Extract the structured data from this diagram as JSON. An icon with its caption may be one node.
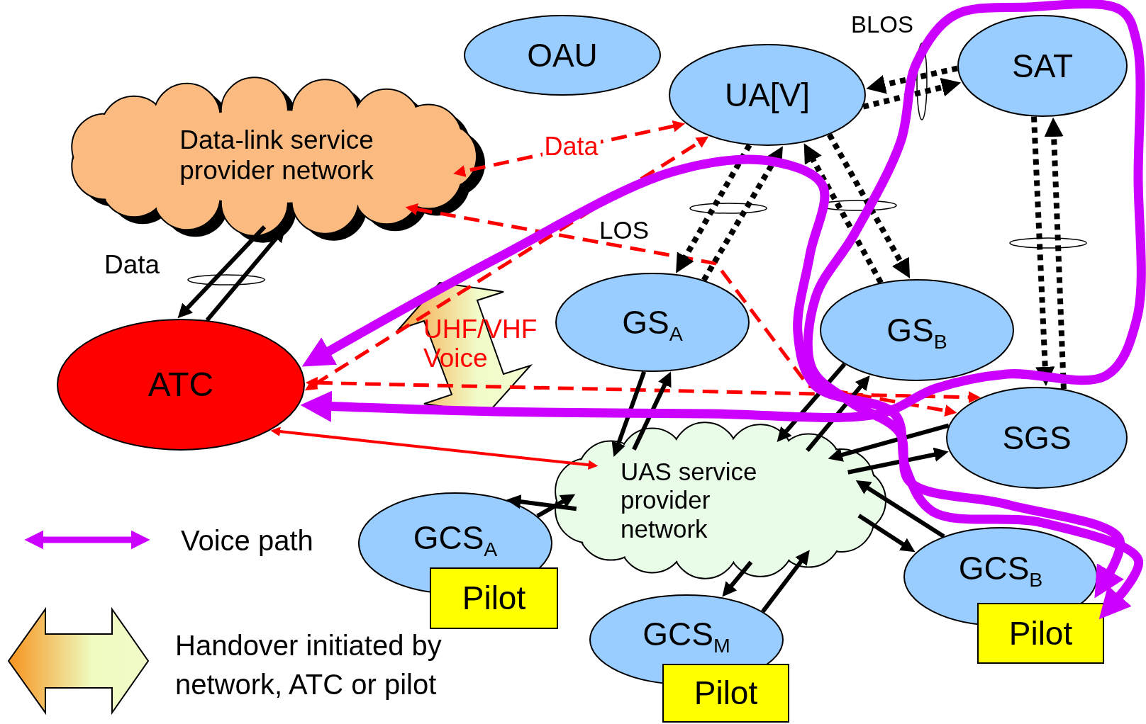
{
  "diagram": {
    "nodes": [
      {
        "text": [
          "OAU"
        ]
      },
      {
        "text": [
          "UA[V]"
        ]
      },
      {
        "text": [
          "SAT"
        ]
      },
      {
        "text": [
          "Data-link service provider network"
        ]
      },
      {
        "text": [
          "ATC"
        ]
      },
      {
        "text": [
          "GS$_{A}$"
        ]
      },
      {
        "text": [
          "GS$_{B}$"
        ]
      },
      {
        "text": [
          "SGS"
        ]
      },
      {
        "text": [
          "UAS service provider network"
        ]
      },
      {
        "text": [
          "GCS$_{A}$"
        ]
      },
      {
        "text": [
          "Pilot"
        ]
      },
      {
        "text": [
          "GCS$_{M}$"
        ]
      },
      {
        "text": [
          "Pilot"
        ]
      },
      {
        "text": [
          "GCS$_{B}$"
        ]
      },
      {
        "text": [
          "Pilot"
        ]
      },
      {
        "text": [],
        "shape": "ellipse"
      },
      {
        "text": [],
        "shape": "ellipse"
      },
      {
        "text": [],
        "shape": "ellipse"
      },
      {
        "text": [],
        "shape": "ellipse"
      },
      {
        "text": [],
        "shape": "ellipse"
      }
    ],
    "edges": [
      {
        "from": 1,
        "to": 3,
        "arrow": "both",
        "label": "Data",
        "style": "dashed",
        "color": "#ff0000"
      },
      {
        "from": 4,
        "to": 1,
        "arrow": "both",
        "style": "dashed",
        "color": "#ff0000"
      },
      {
        "from": 3,
        "to": 7,
        "arrow": "both",
        "style": "dashed",
        "color": "#ff0000"
      },
      {
        "from": 4,
        "to": 7,
        "arrow": "both",
        "style": "dashed",
        "color": "#ff0000"
      },
      {
        "from": 4,
        "to": 8,
        "arrow": "both",
        "color": "#ff0000"
      },
      {
        "from": 3,
        "to": 4,
        "arrow": "to"
      },
      {
        "from": 4,
        "to": 3,
        "arrow": "to"
      },
      {
        "from": 5,
        "to": 8,
        "arrow": "to"
      },
      {
        "from": 8,
        "to": 5,
        "arrow": "to"
      },
      {
        "from": 6,
        "to": 8,
        "arrow": "to"
      },
      {
        "from": 8,
        "to": 6,
        "arrow": "to"
      },
      {
        "from": 7,
        "to": 8,
        "arrow": "to"
      },
      {
        "from": 8,
        "to": 7,
        "arrow": "to"
      },
      {
        "from": 8,
        "to": 13,
        "arrow": "to"
      },
      {
        "from": 13,
        "to": 8,
        "arrow": "to"
      },
      {
        "from": 8,
        "to": 9,
        "arrow": "to"
      },
      {
        "from": 9,
        "to": 8,
        "arrow": "to"
      },
      {
        "from": 8,
        "to": 11,
        "arrow": "to"
      },
      {
        "from": 11,
        "to": 8,
        "arrow": "to"
      },
      {
        "from": 1,
        "to": 5,
        "arrow": "to",
        "style": "dashed"
      },
      {
        "from": 5,
        "to": 1,
        "arrow": "to",
        "style": "dashed"
      },
      {
        "from": 1,
        "to": 6,
        "arrow": "to",
        "style": "dashed"
      },
      {
        "from": 6,
        "to": 1,
        "arrow": "to",
        "style": "dashed"
      },
      {
        "from": 1,
        "to": 2,
        "arrow": "to",
        "style": "dashed"
      },
      {
        "from": 2,
        "to": 1,
        "arrow": "to",
        "style": "dashed"
      },
      {
        "from": 2,
        "to": 7,
        "arrow": "to",
        "style": "dashed"
      },
      {
        "from": 7,
        "to": 2,
        "arrow": "to",
        "style": "dashed"
      },
      {
        "from": 4,
        "to": 14,
        "arrow": "both",
        "style": "thick",
        "color": "#cc00ff"
      },
      {
        "from": 4,
        "to": 14,
        "arrow": "both",
        "style": "thick",
        "color": "#cc00ff"
      }
    ],
    "labels": [
      "BLOS",
      "LOS",
      "Data",
      "UHF/VHF Voice"
    ],
    "legend": [
      {
        "text": "Voice path"
      },
      {
        "text": "Handover initiated by network, ATC or pilot"
      }
    ]
  }
}
